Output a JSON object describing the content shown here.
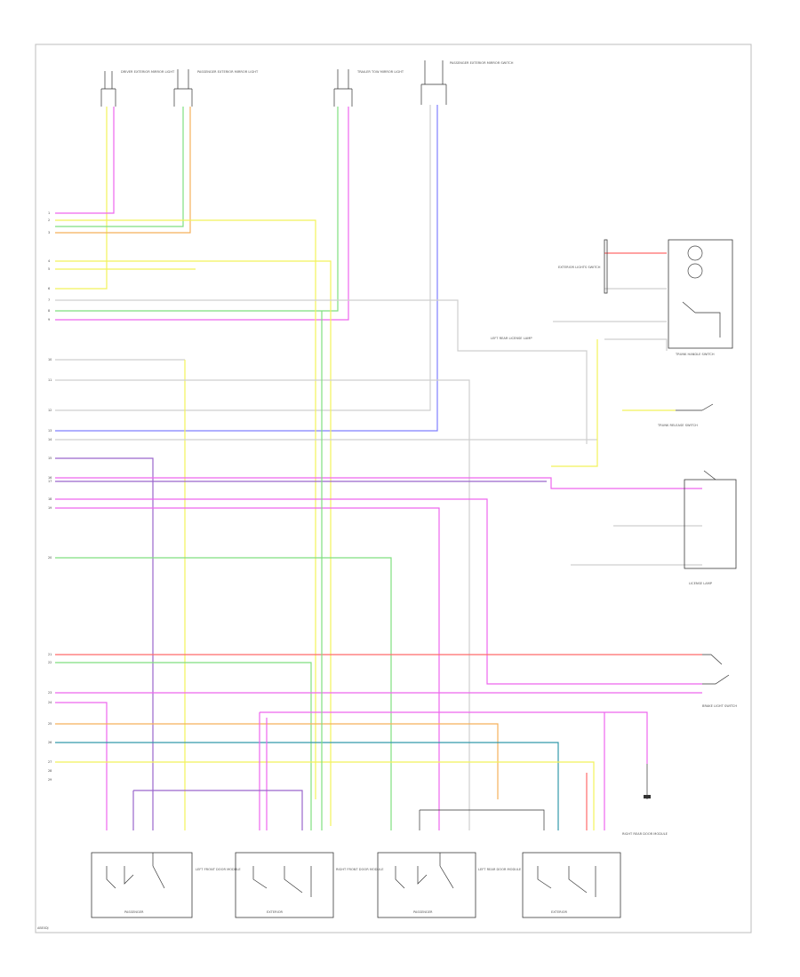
{
  "footer_code": "ABE0DJ",
  "colors": {
    "yellow": "#f2f25a",
    "green": "#7fdf7f",
    "pink": "#ee66ee",
    "blue": "#7f7fff",
    "red": "#ff6b6b",
    "gray": "#cfcfcf",
    "orange": "#f5b15a",
    "purple": "#9a66cc",
    "teal": "#3399aa",
    "lightgray": "#b0b0b0"
  },
  "harness_pins": [
    "1",
    "2",
    "3",
    "4",
    "5",
    "6",
    "7",
    "8",
    "9",
    "10",
    "11",
    "12",
    "13",
    "14",
    "15",
    "16",
    "17",
    "18",
    "19",
    "20",
    "21",
    "22",
    "23",
    "24",
    "25",
    "26",
    "27",
    "28",
    "29"
  ],
  "top_connectors": [
    {
      "text": "DRIVER EXTERIOR MIRROR LIGHT"
    },
    {
      "text": "PASSENGER EXTERIOR MIRROR LIGHT"
    },
    {
      "text": "TRAILER TOW MIRROR LIGHT"
    },
    {
      "text": "PASSENGER EXTERIOR MIRROR SWITCH"
    }
  ],
  "right_components": {
    "trunk_handle": "TRUNK HANDLE SWITCH",
    "trunk_release": "TRUNK RELEASE SWITCH",
    "exterior_lights": "EXTERIOR LIGHTS SWITCH",
    "left_rear_lamp": "LEFT REAR LICENSE LAMP",
    "brake_switch": "BRAKE LIGHT SWITCH",
    "license_lamp": "LICENSE LAMP"
  },
  "bottom_modules": [
    {
      "name": "LEFT FRONT DOOR MODULE",
      "sub": "PASSENGER"
    },
    {
      "name": "RIGHT FRONT DOOR MODULE",
      "sub": "EXTERIOR"
    },
    {
      "name": "LEFT REAR DOOR MODULE",
      "sub": "PASSENGER"
    },
    {
      "name": "RIGHT REAR DOOR MODULE",
      "sub": "EXTERIOR"
    }
  ]
}
